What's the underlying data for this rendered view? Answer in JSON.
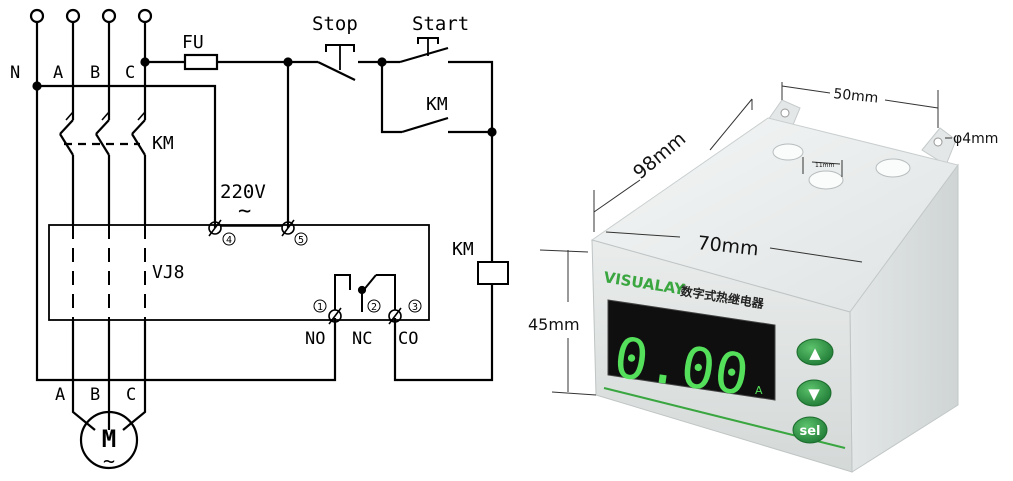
{
  "wiring": {
    "supply": {
      "n": "N",
      "a": "A",
      "b": "B",
      "c": "C"
    },
    "fuse": "FU",
    "stop": "Stop",
    "start": "Start",
    "contactor_main": "KM",
    "contactor_aux": "KM",
    "contactor_coil": "KM",
    "relay_model": "VJ8",
    "voltage": "220V",
    "voltage_symbol": "~",
    "terminals": {
      "t1": "1",
      "t2": "2",
      "t3": "3",
      "t4": "4",
      "t5": "5"
    },
    "contact_labels": {
      "no": "NO",
      "nc": "NC",
      "co": "CO"
    },
    "motor": {
      "a": "A",
      "b": "B",
      "c": "C",
      "label": "M",
      "ac_symbol": "~"
    }
  },
  "device": {
    "dims": {
      "width": "50mm",
      "length": "98mm",
      "front_width": "70mm",
      "height": "45mm",
      "hole": "φ4mm",
      "gap": "11mm"
    },
    "brand": "VISUALAY",
    "brand_cn": "数字式热继电器",
    "display_value": "0.00",
    "display_unit": "A",
    "buttons": {
      "up": "▲",
      "down": "▼",
      "sel": "sel"
    },
    "colors": {
      "body": "#e9ecec",
      "front": "#dfe3e2",
      "brand_green": "#3aa640",
      "button_green": "#2f9c45",
      "digit_green": "#54e05a",
      "panel": "#0f0f0f"
    }
  }
}
